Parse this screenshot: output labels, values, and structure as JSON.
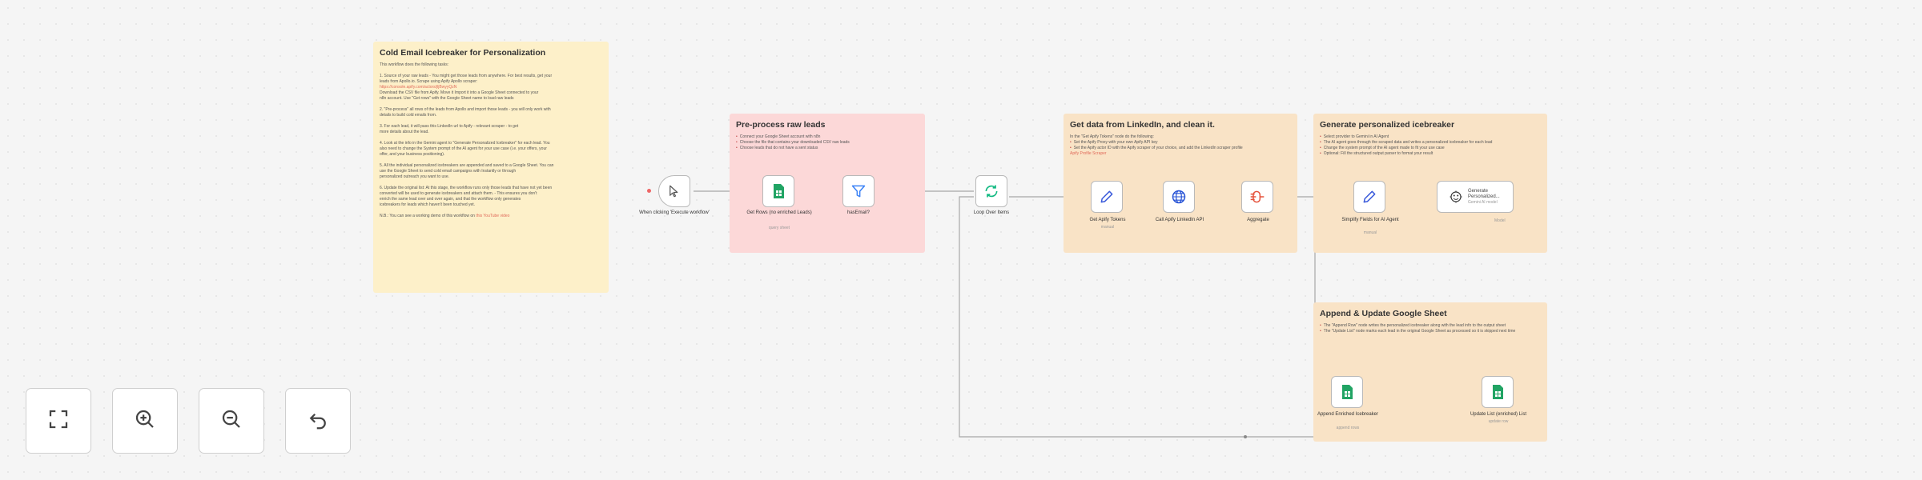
{
  "notes": {
    "main": {
      "title": "Cold Email Icebreaker for Personalization",
      "intro": "This workflow does the following tasks:",
      "lines": [
        "1. Source of your raw leads - You might get those leads from anywhere. For best results, get your",
        "leads from Apollo.io. Scrape using Apify Apollo scraper:",
        "https://console.apify.com/actors/jljBwyyQzN",
        "Download the CSV file from Apify. Move it Import it into a Google Sheet connected to your",
        "n8n account. Use \"Get rows\" with the Google Sheet name to load raw leads",
        "2. \"Pre-process\" all rows of the leads from Apollo and import those leads - you will only work with",
        "details to build cold emails from.",
        "3. For each lead, it will pass this LinkedIn url to Apify - relevant scraper - to get",
        "more details about the lead.",
        "4. Look at the info in the Gemini agent to \"Generate Personalized Icebreaker\" for each lead. You",
        "also need to change the System prompt of the AI agent for your use case (i.e. your offers, your",
        "offer, and your business positioning).",
        "5. All the individual personalized icebreakers are appended and saved to a Google Sheet. You can",
        "use the Google Sheet to send cold email campaigns with Instantly or through",
        "personalized outreach you want to use.",
        "6. Update the original list: At this stage, the workflow runs only those leads that have not yet been",
        "converted will be used to generate icebreakers and attach them. - This ensures you don't",
        "enrich the same lead over and over again, and that the workflow only generates",
        "icebreakers for leads which haven't been touched yet.",
        "N.B.: You can see a working demo of this workflow on"
      ],
      "link": "this YouTube video"
    },
    "preprocess": {
      "title": "Pre-process raw leads",
      "bullets": [
        "Connect your Google Sheet account with n8n",
        "Choose the file that contains your downloaded CSV raw leads",
        "Choose leads that do not have a sent status"
      ]
    },
    "linkedin": {
      "title": "Get data from LinkedIn, and clean it.",
      "intro": "In the \"Get Apify Tokens\" node do the following:",
      "bullets": [
        "Set the Apify Proxy with your own Apify API key",
        "Set the Apify actor ID with the Apify scraper of your choice, and add the LinkedIn scraper profile"
      ],
      "link": "Apify Profile Scraper"
    },
    "generate": {
      "title": "Generate personalized icebreaker",
      "bullets": [
        "Select provider to Gemini in AI Agent",
        "The AI agent goes through the scraped data and writes a personalized icebreaker for each lead",
        "Change the system prompt of the AI agent made to fit your use case",
        "Optional: Fill the structured output parser to format your result"
      ]
    },
    "append": {
      "title": "Append & Update Google Sheet",
      "bullets": [
        "The \"Append Row\" node writes the personalized icebreaker along with the lead info to the output sheet",
        "The \"Update List\" node marks each lead in the original Google Sheet as processed so it is skipped next time"
      ]
    }
  },
  "nodes": {
    "trigger": {
      "label": "When clicking 'Execute workflow'"
    },
    "getRows": {
      "label": "Get Rows (no enriched Leads)",
      "sub": "query sheet"
    },
    "hasEmail": {
      "label": "hasEmail?"
    },
    "loop": {
      "label": "Loop Over Items"
    },
    "tokens": {
      "label": "Get Apify Tokens",
      "sub": "manual"
    },
    "callApify": {
      "label": "Call Apify LinkedIn API"
    },
    "aggregate": {
      "label": "Aggregate"
    },
    "simplify": {
      "label": "Simplify Fields for AI Agent",
      "sub": "manual"
    },
    "gemini": {
      "label": "Generate Personalized...",
      "sub": "Gemini AI model"
    },
    "append": {
      "label": "Append Enriched Icebreaker",
      "sub": "append rows"
    },
    "update": {
      "label": "Update List (enriched) List",
      "sub": "update row"
    }
  },
  "tiny": {
    "model": "Model"
  },
  "controls": {
    "fit": "fit-view",
    "zoomIn": "zoom-in",
    "zoomOut": "zoom-out",
    "reset": "reset-zoom"
  },
  "colors": {
    "sheets": "#21a464",
    "filter": "#3b82f6",
    "loop": "#10b981",
    "pencil": "#3b5bdb",
    "globe": "#2955d6",
    "aggregate": "#e5533d",
    "ai": "#333333"
  }
}
